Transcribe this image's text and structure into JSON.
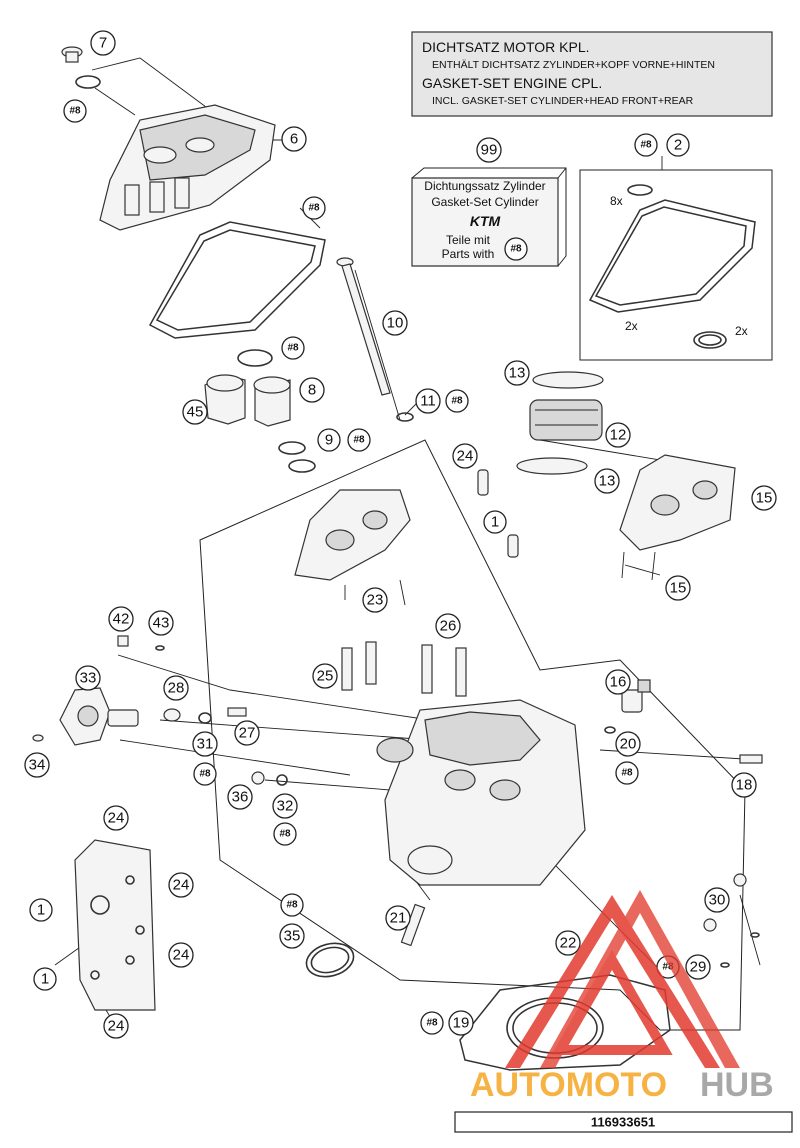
{
  "gasket_set_box": {
    "line1": "DICHTSATZ MOTOR KPL.",
    "line2": "ENTHÄLT DICHTSATZ ZYLINDER+KOPF VORNE+HINTEN",
    "line3": "GASKET-SET ENGINE CPL.",
    "line4": "INCL. GASKET-SET CYLINDER+HEAD FRONT+REAR"
  },
  "kit_99": {
    "number": "99",
    "line1": "Dichtungssatz Zylinder",
    "line2": "Gasket-Set Cylinder",
    "brand": "KTM",
    "line3": "Teile mit",
    "line4": "Parts with",
    "ref": "#8"
  },
  "kit_2": {
    "number": "2",
    "ref": "#8",
    "mult_8x": "8x",
    "mult_2x_a": "2x",
    "mult_2x_b": "2x"
  },
  "callouts": [
    {
      "label": "7"
    },
    {
      "label": "#8"
    },
    {
      "label": "6"
    },
    {
      "label": "#8"
    },
    {
      "label": "#8"
    },
    {
      "label": "8"
    },
    {
      "label": "45"
    },
    {
      "label": "9"
    },
    {
      "label": "#8"
    },
    {
      "label": "10"
    },
    {
      "label": "11"
    },
    {
      "label": "#8"
    },
    {
      "label": "13"
    },
    {
      "label": "12"
    },
    {
      "label": "13"
    },
    {
      "label": "24"
    },
    {
      "label": "1"
    },
    {
      "label": "15"
    },
    {
      "label": "15"
    },
    {
      "label": "23"
    },
    {
      "label": "42"
    },
    {
      "label": "43"
    },
    {
      "label": "26"
    },
    {
      "label": "25"
    },
    {
      "label": "33"
    },
    {
      "label": "28"
    },
    {
      "label": "27"
    },
    {
      "label": "16"
    },
    {
      "label": "31"
    },
    {
      "label": "20"
    },
    {
      "label": "34"
    },
    {
      "label": "#8"
    },
    {
      "label": "#8"
    },
    {
      "label": "18"
    },
    {
      "label": "36"
    },
    {
      "label": "32"
    },
    {
      "label": "#8"
    },
    {
      "label": "24"
    },
    {
      "label": "24"
    },
    {
      "label": "1"
    },
    {
      "label": "#8"
    },
    {
      "label": "21"
    },
    {
      "label": "30"
    },
    {
      "label": "35"
    },
    {
      "label": "22"
    },
    {
      "label": "1"
    },
    {
      "label": "24"
    },
    {
      "label": "#8"
    },
    {
      "label": "29"
    },
    {
      "label": "24"
    },
    {
      "label": "#8"
    },
    {
      "label": "19"
    }
  ],
  "watermark": {
    "part1": "AUTOMOTO",
    "part2": "HUB"
  },
  "document_number": "116933651",
  "colors": {
    "watermark_red": "#e23a2e",
    "watermark_orange": "#f5a623",
    "watermark_gray": "#9a9a9a",
    "label_box": "#e6e6e6"
  }
}
